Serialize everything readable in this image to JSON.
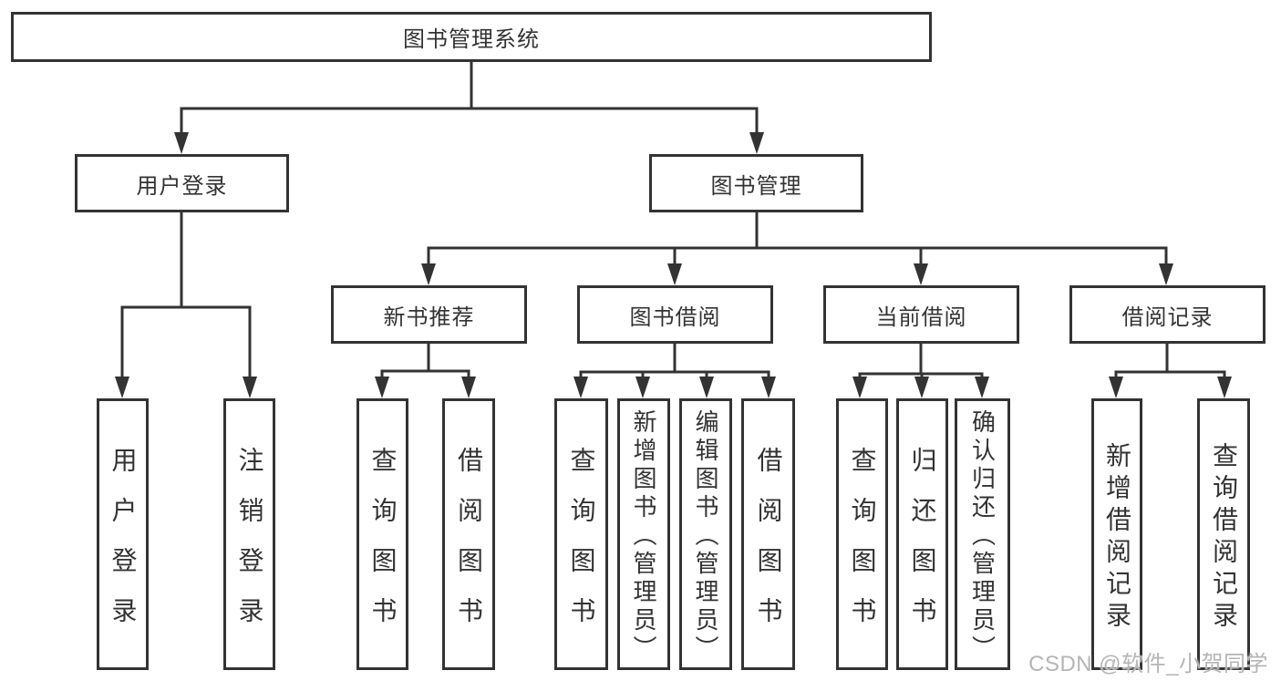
{
  "root": {
    "label": "图书管理系统"
  },
  "level2": [
    {
      "label": "用户登录"
    },
    {
      "label": "图书管理"
    }
  ],
  "level3": [
    {
      "label": "新书推荐"
    },
    {
      "label": "图书借阅"
    },
    {
      "label": "当前借阅"
    },
    {
      "label": "借阅记录"
    }
  ],
  "leaves": {
    "user_login": "用户登录",
    "logout": "注销登录",
    "rec_query": "查询图书",
    "rec_borrow": "借阅图书",
    "bor_query": "查询图书",
    "bor_add": "新增图书（管理员）",
    "bor_edit": "编辑图书（管理员）",
    "bor_borrow": "借阅图书",
    "cur_query": "查询图书",
    "cur_return": "归还图书",
    "cur_confirm": "确认归还（管理员）",
    "records_add": "新增借阅记录",
    "records_query": "查询借阅记录"
  },
  "watermark": "CSDN @软件_小贺同学",
  "colors": {
    "line": "#333333",
    "text": "#333333",
    "watermark": "#b5b5b5",
    "background": "#ffffff"
  }
}
